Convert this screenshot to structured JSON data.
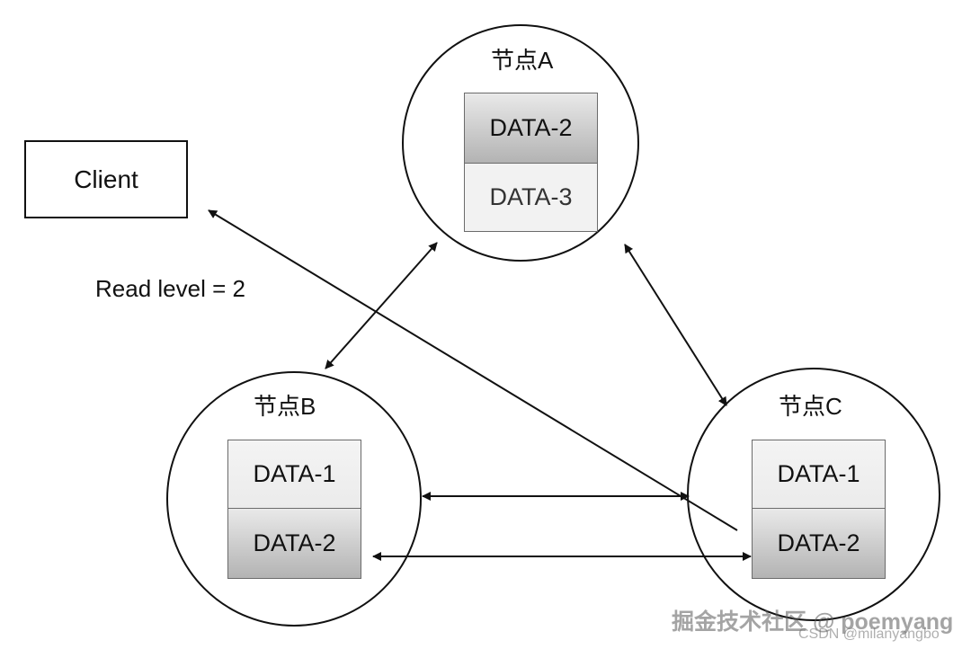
{
  "client": {
    "label": "Client"
  },
  "read_level": {
    "label": "Read level = 2"
  },
  "nodes": {
    "a": {
      "title": "节点A",
      "cells": [
        "DATA-2",
        "DATA-3"
      ]
    },
    "b": {
      "title": "节点B",
      "cells": [
        "DATA-1",
        "DATA-2"
      ]
    },
    "c": {
      "title": "节点C",
      "cells": [
        "DATA-1",
        "DATA-2"
      ]
    }
  },
  "watermark": {
    "main": "掘金技术社区 @ poemyang",
    "sub": "CSDN @milanyangbo"
  },
  "colors": {
    "stroke": "#111111",
    "cell_border": "#6b6b6b"
  }
}
